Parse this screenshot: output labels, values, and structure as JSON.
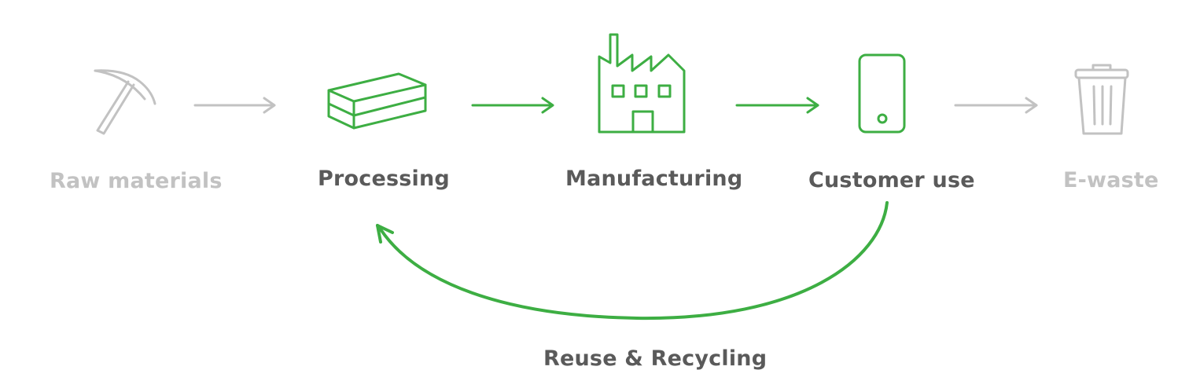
{
  "stages": [
    {
      "label": "Raw materials",
      "icon": "pickaxe-icon",
      "active": false
    },
    {
      "label": "Processing",
      "icon": "stacked-bars-icon",
      "active": true
    },
    {
      "label": "Manufacturing",
      "icon": "factory-icon",
      "active": true
    },
    {
      "label": "Customer use",
      "icon": "smartphone-icon",
      "active": true
    },
    {
      "label": "E-waste",
      "icon": "trash-can-icon",
      "active": false
    }
  ],
  "loop": {
    "label": "Reuse & Recycling",
    "from": "Customer use",
    "to": "Processing"
  },
  "colors": {
    "active": "#3dae43",
    "inactive": "#c2c2c2",
    "text_active": "#5a5a5a",
    "text_inactive": "#c2c2c2",
    "background": "#ffffff"
  }
}
